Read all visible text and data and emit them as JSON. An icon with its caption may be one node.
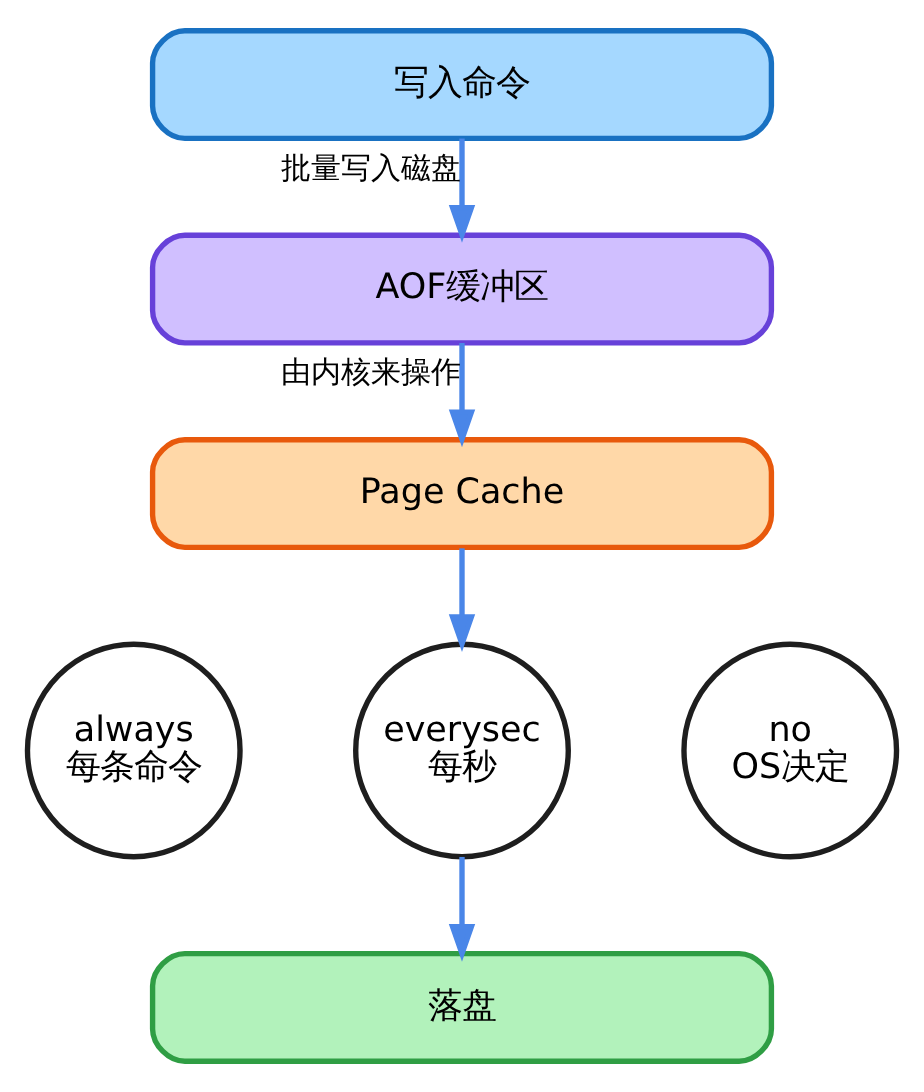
{
  "diagram": {
    "nodes": [
      {
        "text": [
          "写入命令"
        ]
      },
      {
        "text": [
          "AOF缓冲区"
        ]
      },
      {
        "text": [
          "Page Cache"
        ]
      },
      {
        "text": [
          "always 每条命令"
        ]
      },
      {
        "text": [
          "everysec 每秒"
        ]
      },
      {
        "text": [
          "no OS决定"
        ]
      },
      {
        "text": [
          "落盘"
        ]
      }
    ],
    "edges": [
      {
        "from": 0,
        "to": 1,
        "arrow": "to",
        "label": "批量写入磁盘"
      },
      {
        "from": 1,
        "to": 2,
        "arrow": "to",
        "label": "由内核来操作"
      },
      {
        "from": 2,
        "to": 4,
        "arrow": "to"
      },
      {
        "from": 4,
        "to": 6,
        "arrow": "to"
      }
    ]
  }
}
